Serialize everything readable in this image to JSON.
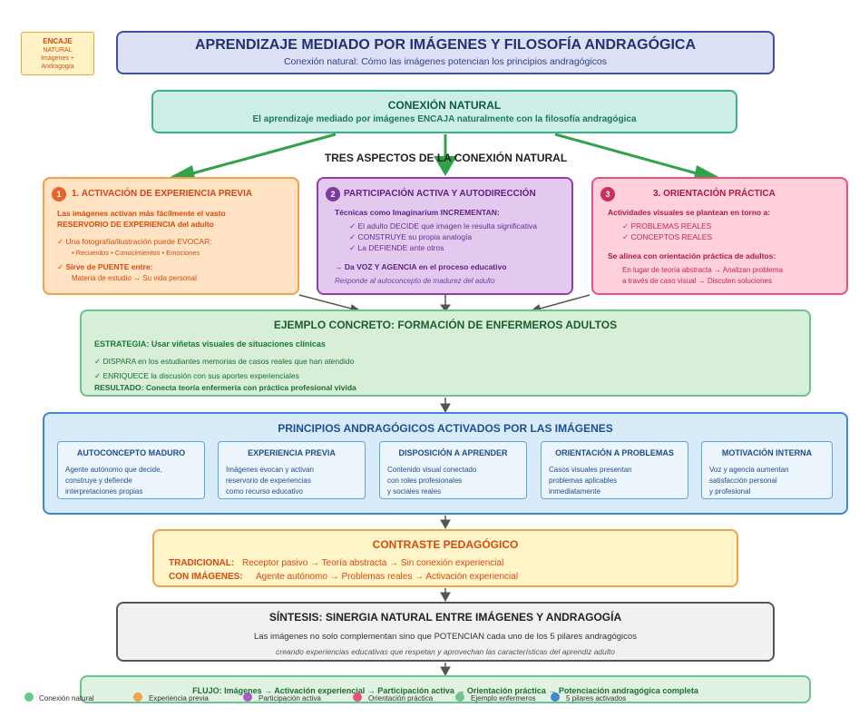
{
  "badge": {
    "title": "ENCAJE",
    "line1": "NATURAL",
    "line2": "Imágenes +",
    "line3": "Andragogía"
  },
  "header": {
    "title": "APRENDIZAJE MEDIADO POR IMÁGENES Y FILOSOFÍA ANDRAGÓGICA",
    "subtitle": "Conexión natural: Cómo las imágenes potencian los principios andragógicos"
  },
  "connection": {
    "title": "CONEXIÓN NATURAL",
    "subtitle": "El aprendizaje mediado por imágenes ENCAJA naturalmente con la filosofía andragógica"
  },
  "aspects_title": "TRES ASPECTOS DE LA CONEXIÓN NATURAL",
  "aspect1": {
    "num": "1",
    "title": "1. ACTIVACIÓN DE EXPERIENCIA PREVIA",
    "lead1": "Las imágenes activan más fácilmente el vasto",
    "lead2": "RESERVORIO DE EXPERIENCIA del adulto",
    "item1": "✓ Una fotografía/ilustración puede EVOCAR:",
    "item1_sub": "• Recuerdos • Conocimientos • Emociones",
    "item2": "✓ Sirve de PUENTE entre:",
    "item2_sub": "Materia de estudio ↔ Su vida personal"
  },
  "aspect2": {
    "num": "2",
    "title": "PARTICIPACIÓN ACTIVA Y AUTODIRECCIÓN",
    "lead": "Técnicas como Imaginarium INCREMENTAN:",
    "item1": "✓ El adulto DECIDE qué imagen le resulta significativa",
    "item2": "✓ CONSTRUYE su propia analogía",
    "item3": "✓ La DEFIENDE ante otros",
    "result": "→ Da VOZ Y AGENCIA en el proceso educativo",
    "note": "Responde al autoconcepto de madurez del adulto"
  },
  "aspect3": {
    "num": "3",
    "title": "3. ORIENTACIÓN PRÁCTICA",
    "lead": "Actividades visuales se plantean en torno a:",
    "item1": "✓ PROBLEMAS REALES",
    "item2": "✓ CONCEPTOS REALES",
    "lead2": "Se alinea con orientación práctica de adultos:",
    "sub1": "En lugar de teoría abstracta → Analizan problema",
    "sub2": "a través de caso visual → Discuten soluciones"
  },
  "example": {
    "title": "EJEMPLO CONCRETO: FORMACIÓN DE ENFERMEROS ADULTOS",
    "strategy": "ESTRATEGIA: Usar viñetas visuales de situaciones clínicas",
    "item1": "✓ DISPARA en los estudiantes memorias de casos reales que han atendido",
    "item2": "✓ ENRIQUECE la discusión con sus aportes experienciales",
    "result": "RESULTADO: Conecta teoría enfermería con práctica profesional vivida"
  },
  "principles": {
    "title": "PRINCIPIOS ANDRAGÓGICOS ACTIVADOS POR LAS IMÁGENES",
    "items": [
      {
        "title": "AUTOCONCEPTO MADURO",
        "l1": "Agente autónomo que decide,",
        "l2": "construye y defiende",
        "l3": "interpretaciones propias"
      },
      {
        "title": "EXPERIENCIA PREVIA",
        "l1": "Imágenes evocan y activan",
        "l2": "reservorio de experiencias",
        "l3": "como recurso educativo"
      },
      {
        "title": "DISPOSICIÓN A APRENDER",
        "l1": "Contenido visual conectado",
        "l2": "con roles profesionales",
        "l3": "y sociales reales"
      },
      {
        "title": "ORIENTACIÓN A PROBLEMAS",
        "l1": "Casos visuales presentan",
        "l2": "problemas aplicables",
        "l3": "inmediatamente"
      },
      {
        "title": "MOTIVACIÓN INTERNA",
        "l1": "Voz y agencia aumentan",
        "l2": "satisfacción personal",
        "l3": "y profesional"
      }
    ]
  },
  "contrast": {
    "title": "CONTRASTE PEDAGÓGICO",
    "trad_label": "TRADICIONAL:",
    "trad_text": "Receptor pasivo → Teoría abstracta → Sin conexión experiencial",
    "img_label": "CON IMÁGENES:",
    "img_text": "Agente autónomo → Problemas reales → Activación experiencial"
  },
  "synthesis": {
    "title": "SÍNTESIS: SINERGIA NATURAL ENTRE IMÁGENES Y ANDRAGOGÍA",
    "line1": "Las imágenes no solo complementan sino que POTENCIAN cada uno de los 5 pilares andragógicos",
    "line2": "creando experiencias educativas que respetan y aprovechan las características del aprendiz adulto"
  },
  "flow": "FLUJO: Imágenes → Activación experiencial → Participación activa → Orientación práctica → Potenciación andragógica completa",
  "legend": [
    {
      "label": "Conexión natural",
      "color": "#6cc58a"
    },
    {
      "label": "Experiencia previa",
      "color": "#f5a04a"
    },
    {
      "label": "Participación activa",
      "color": "#a55cc4"
    },
    {
      "label": "Orientación práctica",
      "color": "#e8517a"
    },
    {
      "label": "Ejemplo enfermeros",
      "color": "#6cc58a"
    },
    {
      "label": "5 pilares activados",
      "color": "#3f86d4"
    }
  ]
}
